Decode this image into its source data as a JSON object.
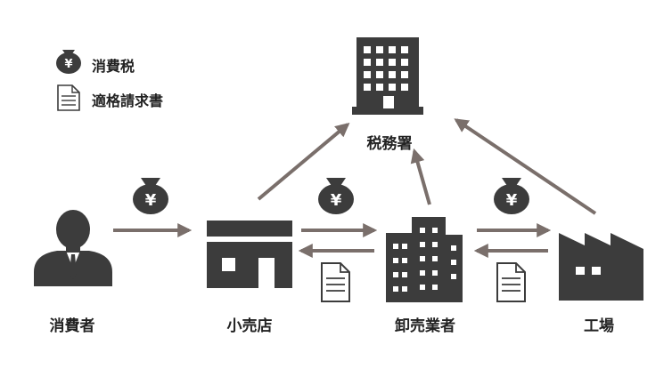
{
  "legend": {
    "tax_label": "消費税",
    "invoice_label": "適格請求書"
  },
  "nodes": {
    "tax_office": "税務署",
    "consumer": "消費者",
    "retailer": "小売店",
    "wholesaler": "卸売業者",
    "factory": "工場"
  },
  "symbols": {
    "yen": "¥"
  },
  "colors": {
    "icon_dark": "#3c3c3c",
    "arrow": "#7a6f6b",
    "text": "#222222",
    "background": "#ffffff"
  }
}
